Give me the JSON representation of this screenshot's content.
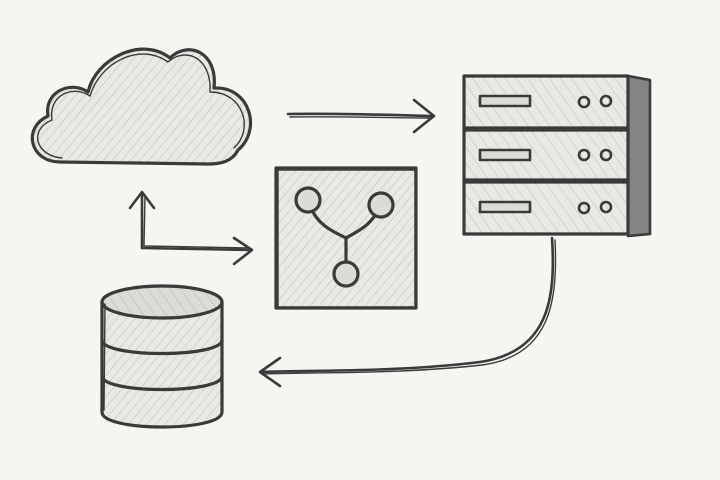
{
  "diagram": {
    "nodes": [
      {
        "id": "cloud",
        "icon": "cloud-icon"
      },
      {
        "id": "git",
        "icon": "git-branch-icon"
      },
      {
        "id": "server",
        "icon": "server-rack-icon"
      },
      {
        "id": "database",
        "icon": "database-icon"
      }
    ],
    "edges": [
      {
        "from": "cloud",
        "to": "server",
        "style": "arrow"
      },
      {
        "from": "cloud",
        "to": "git",
        "style": "elbow-arrow"
      },
      {
        "from": "server",
        "to": "database",
        "style": "curved-arrow"
      }
    ],
    "style": {
      "ink": "#3a3a3a",
      "paper": "#f6f5f1",
      "look": "pencil-sketch"
    }
  }
}
